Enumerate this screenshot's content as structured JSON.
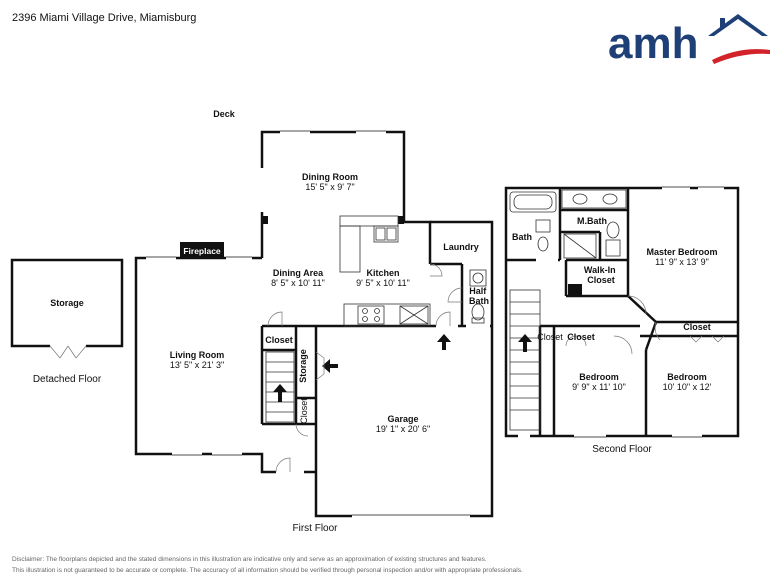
{
  "header": {
    "address": "2396 Miami Village Drive, Miamisburg",
    "logo_text": "amh"
  },
  "colors": {
    "wall": "#111111",
    "logo_blue": "#1f3f77",
    "logo_red": "#d2232a"
  },
  "first_floor": {
    "caption": "First Floor",
    "deck_label": "Deck",
    "fireplace_label": "Fireplace",
    "rooms": [
      {
        "name": "Dining Room",
        "dims": "15' 5\" x 9' 7\""
      },
      {
        "name": "Dining Area",
        "dims": "8' 5\" x 10' 11\""
      },
      {
        "name": "Kitchen",
        "dims": "9' 5\" x 10' 11\""
      },
      {
        "name": "Laundry",
        "dims": ""
      },
      {
        "name": "Half Bath",
        "dims": ""
      },
      {
        "name": "Living Room",
        "dims": "13' 5\" x 21' 3\""
      },
      {
        "name": "Closet",
        "dims": ""
      },
      {
        "name": "Storage",
        "dims": ""
      },
      {
        "name": "Closet",
        "dims": ""
      },
      {
        "name": "Garage",
        "dims": "19' 1\" x 20' 6\""
      }
    ]
  },
  "detached_floor": {
    "caption": "Detached Floor",
    "rooms": [
      {
        "name": "Storage",
        "dims": ""
      }
    ]
  },
  "second_floor": {
    "caption": "Second Floor",
    "rooms": [
      {
        "name": "Bath",
        "dims": ""
      },
      {
        "name": "M.Bath",
        "dims": ""
      },
      {
        "name": "Master Bedroom",
        "dims": "11' 9\" x 13' 9\""
      },
      {
        "name": "Walk-In Closet",
        "dims": ""
      },
      {
        "name": "Closet",
        "dims": ""
      },
      {
        "name": "Closet",
        "dims": ""
      },
      {
        "name": "Closet",
        "dims": ""
      },
      {
        "name": "Bedroom",
        "dims": "9' 9\" x 11' 10\""
      },
      {
        "name": "Bedroom",
        "dims": "10' 10\" x 12'"
      }
    ]
  },
  "disclaimer": {
    "line1": "Disclaimer: The floorplans depicted and the stated dimensions in this illustration are indicative only and serve as an approximation of existing structures and features.",
    "line2": "This illustration is not guaranteed to be accurate or complete. The accuracy of all information should be verified through personal inspection and/or with appropriate professionals."
  }
}
